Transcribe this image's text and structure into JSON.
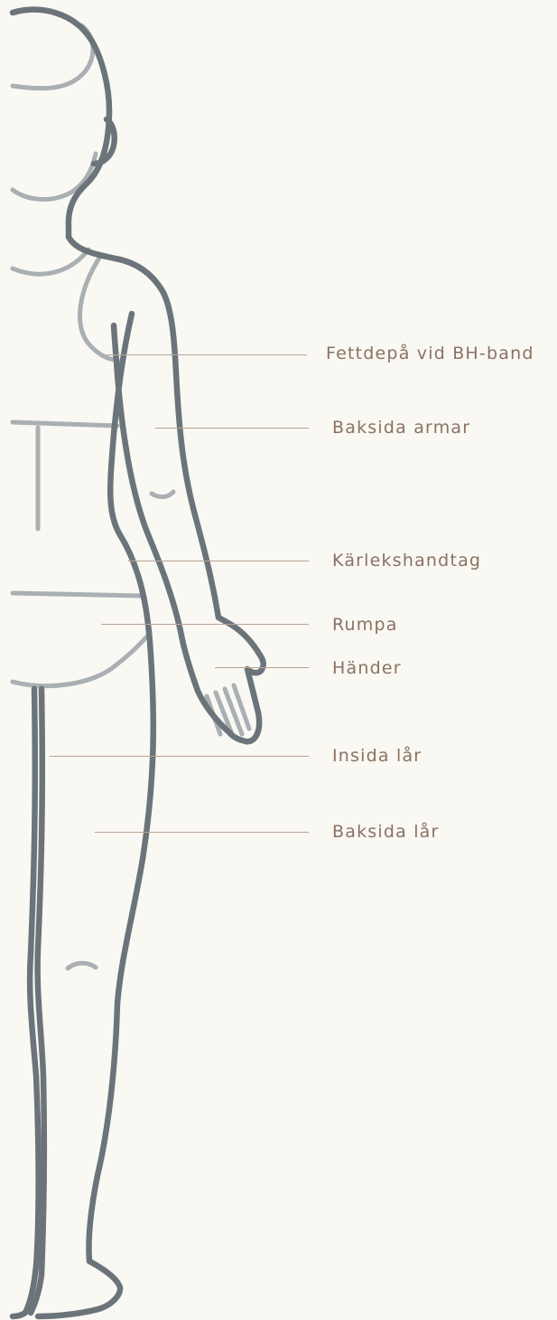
{
  "colors": {
    "background": "#f9f8f2",
    "outline_dark": "#6b747a",
    "outline_light": "#a9afb3",
    "callout_line": "#b8a596",
    "label_text": "#8a7262"
  },
  "labels": {
    "fettdepa": "Fettdepå vid BH-band",
    "baksida_armar": "Baksida armar",
    "karlekshandtag": "Kärlekshandtag",
    "rumpa": "Rumpa",
    "hander": "Händer",
    "insida_lar": "Insida lår",
    "baksida_lar": "Baksida lår"
  }
}
